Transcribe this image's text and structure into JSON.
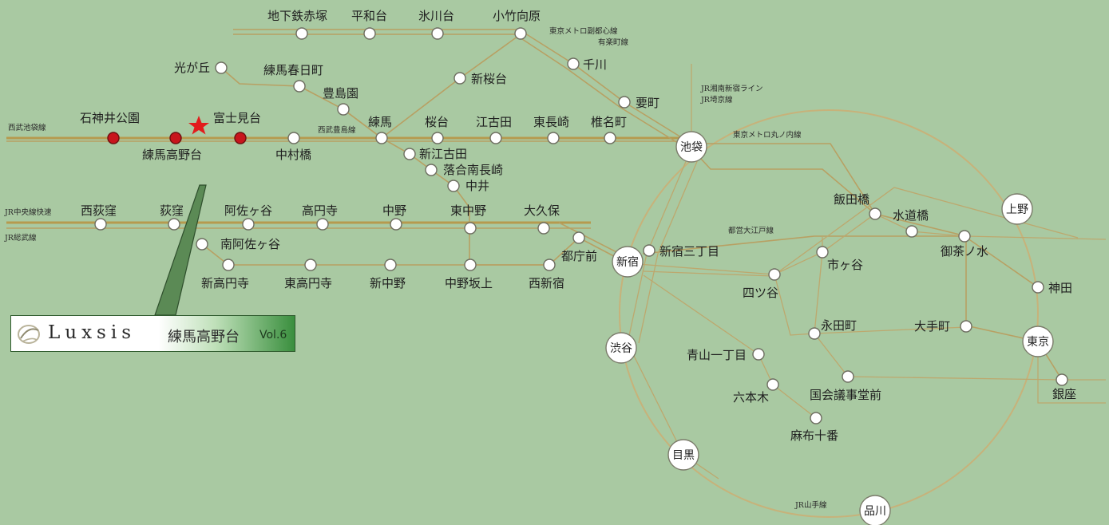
{
  "colors": {
    "background": "#a9c9a2",
    "line": "#b69a4e",
    "target_station": "#c8151c",
    "star": "#e21c1c",
    "callout": "#5b8a55"
  },
  "brand": {
    "name": "Luxsis",
    "area": "練馬高野台",
    "volume": "Vol.6",
    "logo_icon": "swirl-logo-icon"
  },
  "line_labels": {
    "seibu_ikebukuro": "西武池袋線",
    "seibu_toshima": "西武豊島線",
    "jr_chuo_rapid": "JR中央線快速",
    "jr_sobu": "JR総武線",
    "metro_fukutoshin_1": "東京メトロ副都心線",
    "metro_fukutoshin_2": "有楽町線",
    "jr_shonan_1": "JR湘南新宿ライン",
    "jr_shonan_2": "JR埼京線",
    "metro_marunouchi": "東京メトロ丸ノ内線",
    "toei_oedo": "都営大江戸線",
    "jr_yamanote": "JR山手線"
  },
  "stations": {
    "chikatetsu_akatsuka": "地下鉄赤塚",
    "heiwadai": "平和台",
    "hikawadai": "氷川台",
    "kotake_mukaihara": "小竹向原",
    "senkawa": "千川",
    "kanamecho": "要町",
    "hikarigaoka": "光が丘",
    "nerima_kasugacho": "練馬春日町",
    "toshimaen": "豊島園",
    "shin_sakuradai": "新桜台",
    "shakujii_koen": "石神井公園",
    "nerima_takanodai": "練馬高野台",
    "fujimidai": "富士見台",
    "nakamurabashi": "中村橋",
    "nerima": "練馬",
    "sakuradai": "桜台",
    "ekoda": "江古田",
    "higashi_nagasaki": "東長崎",
    "shiinamachi": "椎名町",
    "ikebukuro": "池袋",
    "shin_egota": "新江古田",
    "ochiai_minami_nagasaki": "落合南長崎",
    "nakai": "中井",
    "nishi_ogikubo": "西荻窪",
    "ogikubo": "荻窪",
    "asagaya": "阿佐ヶ谷",
    "koenji": "高円寺",
    "nakano": "中野",
    "higashi_nakano": "東中野",
    "okubo": "大久保",
    "minami_asagaya": "南阿佐ヶ谷",
    "shin_koenji": "新高円寺",
    "higashi_koenji": "東高円寺",
    "shin_nakano": "新中野",
    "nakano_sakaue": "中野坂上",
    "nishi_shinjuku": "西新宿",
    "tochomae": "都庁前",
    "shinjuku": "新宿",
    "shinjuku_sanchome": "新宿三丁目",
    "iidabashi": "飯田橋",
    "suidobashi": "水道橋",
    "ochanomizu": "御茶ノ水",
    "ueno": "上野",
    "ichigaya": "市ヶ谷",
    "yotsuya": "四ツ谷",
    "kanda": "神田",
    "nagatacho": "永田町",
    "otemachi": "大手町",
    "tokyo": "東京",
    "aoyama_itchome": "青山一丁目",
    "roppongi": "六本木",
    "kokkai_gijidomae": "国会議事堂前",
    "ginza": "銀座",
    "azabu_juban": "麻布十番",
    "shibuya": "渋谷",
    "meguro": "目黒",
    "shinagawa": "品川"
  }
}
